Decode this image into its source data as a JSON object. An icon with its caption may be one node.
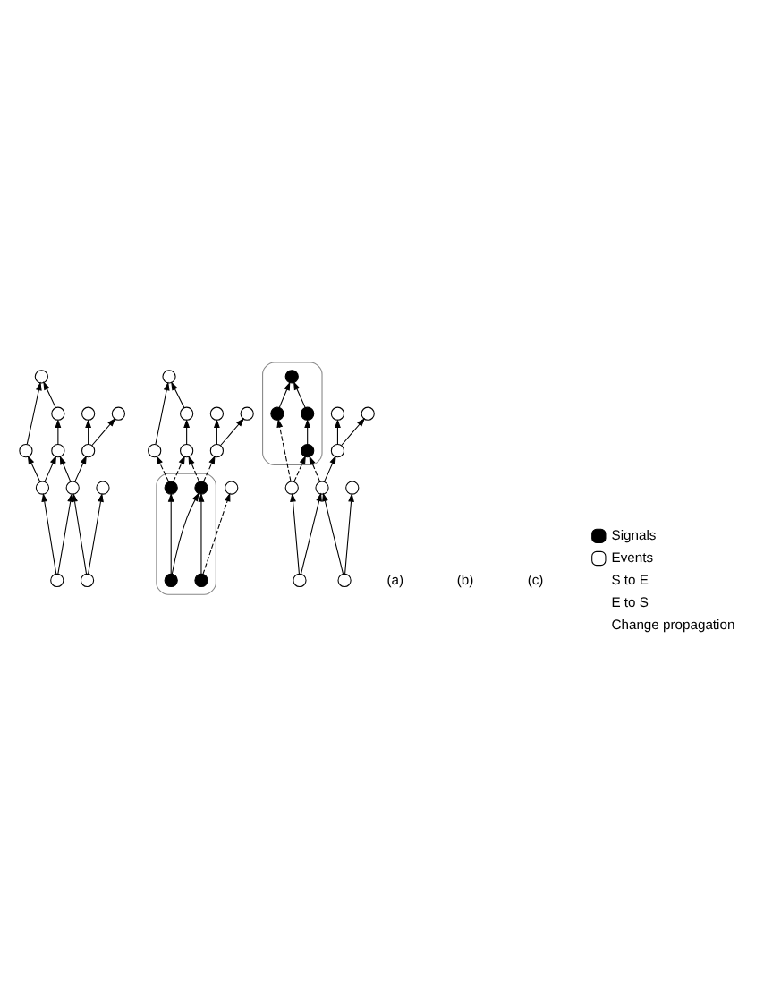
{
  "diagram": {
    "nodes": [
      {
        "text": [],
        "shape": "circle"
      },
      {
        "text": [],
        "shape": "circle"
      },
      {
        "text": [],
        "shape": "circle"
      },
      {
        "text": [],
        "shape": "circle"
      },
      {
        "text": [],
        "shape": "circle"
      },
      {
        "text": [],
        "shape": "circle"
      },
      {
        "text": [],
        "shape": "circle"
      },
      {
        "text": [],
        "shape": "circle"
      },
      {
        "text": [],
        "shape": "circle"
      },
      {
        "text": [],
        "shape": "circle"
      },
      {
        "text": [],
        "shape": "circle"
      },
      {
        "text": [],
        "shape": "circle"
      },
      {
        "text": [],
        "shape": "ellipse"
      },
      {
        "text": [],
        "shape": "circle"
      },
      {
        "text": [],
        "shape": "circle"
      },
      {
        "text": [],
        "shape": "circle"
      },
      {
        "text": [],
        "shape": "circle"
      },
      {
        "text": [],
        "shape": "circle"
      },
      {
        "text": [],
        "shape": "circle"
      },
      {
        "text": [],
        "shape": "circle"
      },
      {
        "text": [],
        "shape": "circle"
      },
      {
        "text": [],
        "shape": "circle",
        "in": 12
      },
      {
        "text": [],
        "shape": "circle",
        "in": 12
      },
      {
        "text": [],
        "shape": "circle",
        "in": 12
      },
      {
        "text": [],
        "shape": "circle",
        "in": 12
      },
      {
        "text": [],
        "shape": "ellipse"
      },
      {
        "text": [],
        "shape": "circle",
        "in": 25
      },
      {
        "text": [],
        "shape": "circle",
        "in": 25
      },
      {
        "text": [],
        "shape": "circle",
        "in": 25
      },
      {
        "text": [],
        "shape": "circle",
        "in": 25
      },
      {
        "text": [],
        "shape": "circle"
      },
      {
        "text": [],
        "shape": "circle"
      },
      {
        "text": [],
        "shape": "circle"
      },
      {
        "text": [],
        "shape": "circle"
      },
      {
        "text": [],
        "shape": "circle"
      },
      {
        "text": [],
        "shape": "circle"
      },
      {
        "text": [],
        "shape": "circle"
      },
      {
        "text": [],
        "shape": "circle"
      }
    ],
    "edges": [
      {
        "from": 10,
        "to": 8,
        "arrow": "to"
      },
      {
        "from": 10,
        "to": 9,
        "arrow": "to"
      },
      {
        "from": 11,
        "to": 9,
        "arrow": "to"
      },
      {
        "from": 11,
        "to": 7,
        "arrow": "to"
      },
      {
        "from": 8,
        "to": 2,
        "arrow": "to"
      },
      {
        "from": 8,
        "to": 3,
        "arrow": "to"
      },
      {
        "from": 9,
        "to": 3,
        "arrow": "to"
      },
      {
        "from": 9,
        "to": 6,
        "arrow": "to"
      },
      {
        "from": 2,
        "to": 0,
        "arrow": "to"
      },
      {
        "from": 3,
        "to": 1,
        "arrow": "to"
      },
      {
        "from": 1,
        "to": 0,
        "arrow": "to"
      },
      {
        "from": 6,
        "to": 4,
        "arrow": "to"
      },
      {
        "from": 6,
        "to": 5,
        "arrow": "to"
      },
      {
        "from": 23,
        "to": 21,
        "arrow": "to"
      },
      {
        "from": 23,
        "to": 22,
        "arrow": "to"
      },
      {
        "from": 24,
        "to": 22,
        "arrow": "to"
      },
      {
        "from": 24,
        "to": 20,
        "arrow": "to",
        "style": "dashed"
      },
      {
        "from": 21,
        "to": 15,
        "arrow": "to",
        "style": "dashed"
      },
      {
        "from": 21,
        "to": 16,
        "arrow": "to",
        "style": "dashed"
      },
      {
        "from": 22,
        "to": 16,
        "arrow": "to",
        "style": "dashed"
      },
      {
        "from": 22,
        "to": 19,
        "arrow": "to",
        "style": "dashed"
      },
      {
        "from": 15,
        "to": 13,
        "arrow": "to"
      },
      {
        "from": 16,
        "to": 14,
        "arrow": "to"
      },
      {
        "from": 14,
        "to": 13,
        "arrow": "to"
      },
      {
        "from": 19,
        "to": 17,
        "arrow": "to"
      },
      {
        "from": 19,
        "to": 18,
        "arrow": "to"
      },
      {
        "from": 36,
        "to": 34,
        "arrow": "to"
      },
      {
        "from": 36,
        "to": 35,
        "arrow": "to"
      },
      {
        "from": 37,
        "to": 35,
        "arrow": "to"
      },
      {
        "from": 37,
        "to": 33,
        "arrow": "to"
      },
      {
        "from": 34,
        "to": 28,
        "arrow": "to",
        "style": "dashed"
      },
      {
        "from": 34,
        "to": 29,
        "arrow": "to",
        "style": "dashed"
      },
      {
        "from": 35,
        "to": 29,
        "arrow": "to",
        "style": "dashed"
      },
      {
        "from": 35,
        "to": 32,
        "arrow": "to"
      },
      {
        "from": 28,
        "to": 26,
        "arrow": "to"
      },
      {
        "from": 29,
        "to": 27,
        "arrow": "to"
      },
      {
        "from": 27,
        "to": 26,
        "arrow": "to"
      },
      {
        "from": 32,
        "to": 30,
        "arrow": "to"
      },
      {
        "from": 32,
        "to": 31,
        "arrow": "to"
      }
    ],
    "labels": [
      "(a)",
      "(b)",
      "(c)"
    ],
    "legend": [
      {
        "text": "Signals"
      },
      {
        "text": "Events"
      },
      {
        "text": "S to E"
      },
      {
        "text": "E to S"
      },
      {
        "text": "Change propagation"
      }
    ]
  }
}
